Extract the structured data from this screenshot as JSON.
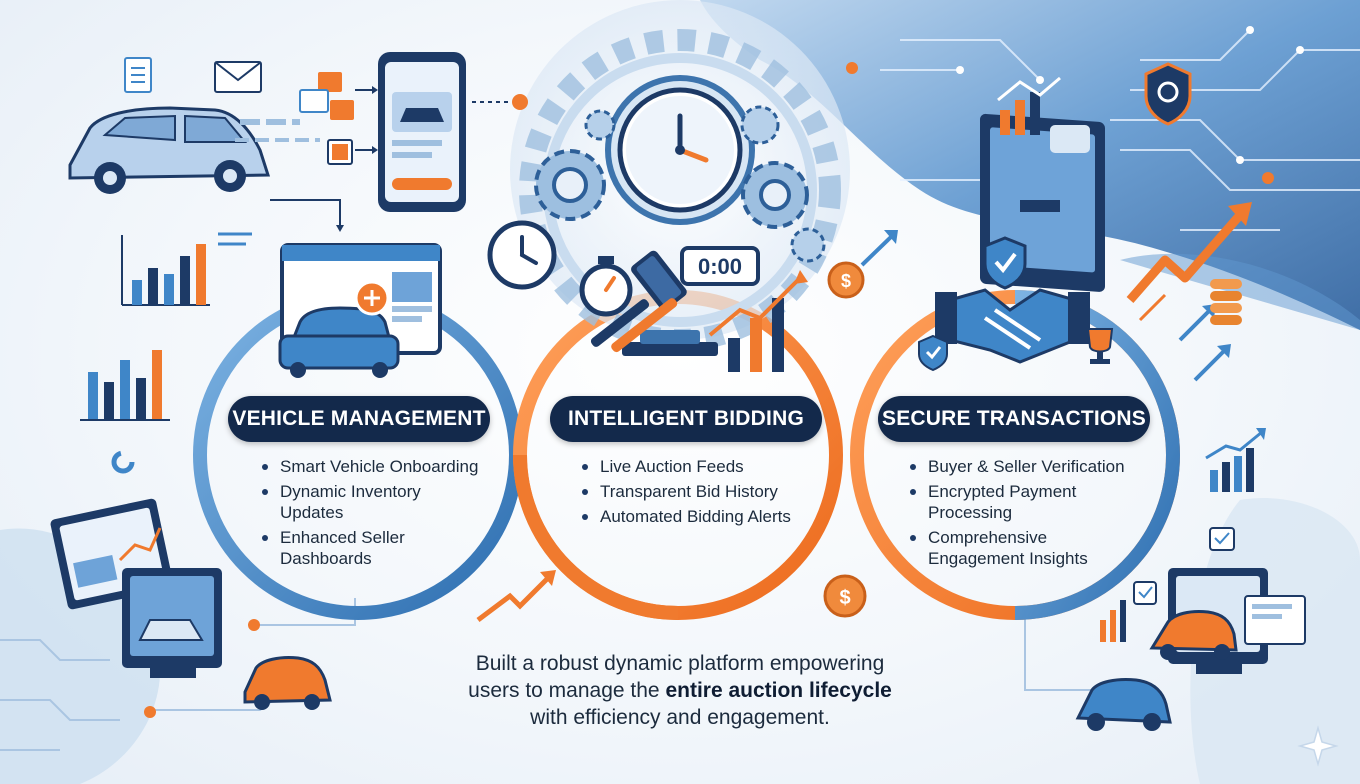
{
  "sections": [
    {
      "title": "VEHICLE MANAGEMENT",
      "items": [
        "Smart Vehicle Onboarding",
        "Dynamic Inventory Updates",
        "Enhanced Seller Dashboards"
      ]
    },
    {
      "title": "INTELLIGENT BIDDING",
      "items": [
        "Live Auction Feeds",
        "Transparent Bid History",
        "Automated Bidding Alerts"
      ]
    },
    {
      "title": "SECURE TRANSACTIONS",
      "items": [
        "Buyer & Seller Verification",
        "Encrypted Payment Processing",
        "Comprehensive Engagement Insights"
      ]
    }
  ],
  "timer_display": "0:00",
  "coin_symbol": "$",
  "tagline": {
    "line1": "Built a robust dynamic platform empowering",
    "line2_prefix": "users to manage the ",
    "line2_bold": "entire auction lifecycle",
    "line3": "with efficiency and engagement."
  },
  "colors": {
    "navy": "#13294b",
    "blue": "#3f86c8",
    "orange": "#f07a2e",
    "light_blue": "#dbe8f5"
  }
}
